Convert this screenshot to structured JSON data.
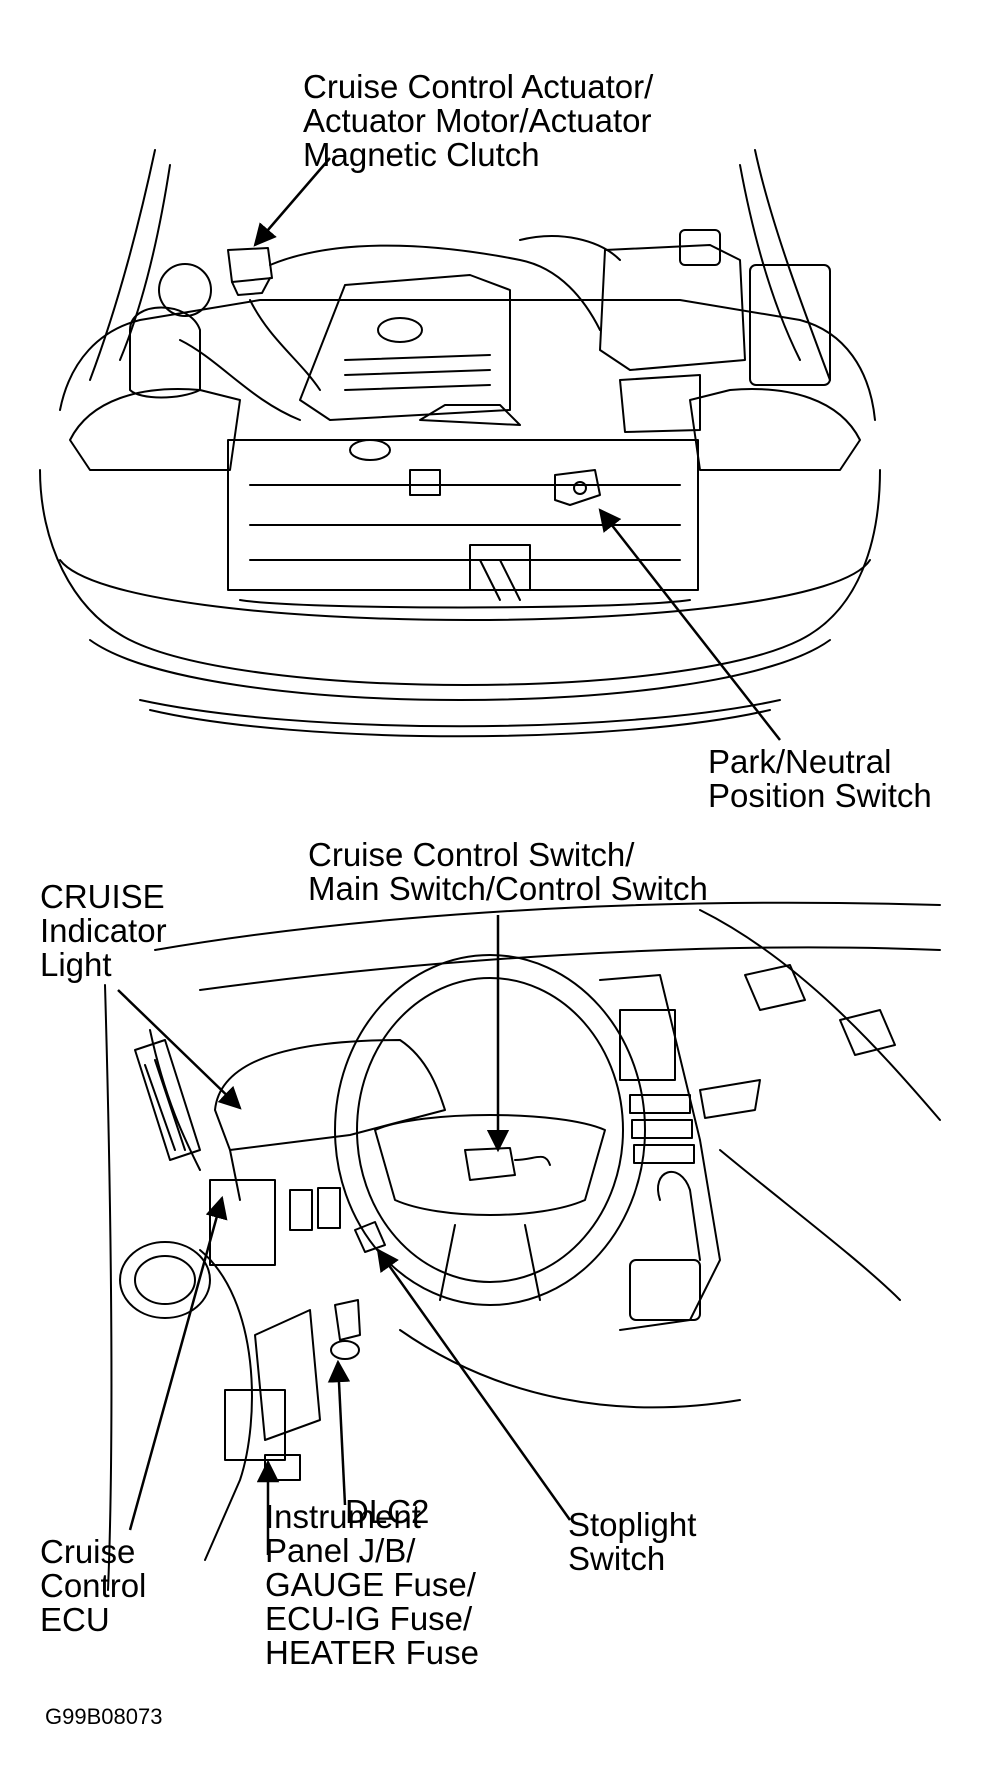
{
  "figure": {
    "code": "G99B08073",
    "line_color": "#000000",
    "background": "#ffffff"
  },
  "engine_view": {
    "labels": {
      "actuator": [
        "Cruise Control Actuator/",
        "Actuator Motor/Actuator",
        "Magnetic Clutch"
      ],
      "park_neutral": [
        "Park/Neutral",
        "Position Switch"
      ]
    }
  },
  "cabin_view": {
    "labels": {
      "control_switch": [
        "Cruise Control Switch/",
        "Main Switch/Control Switch"
      ],
      "indicator": [
        "CRUISE",
        "Indicator",
        "Light"
      ],
      "ecu": [
        "Cruise",
        "Control",
        "ECU"
      ],
      "junction_block": [
        "Instrument",
        "Panel J/B/",
        "GAUGE Fuse/",
        "ECU-IG Fuse/",
        "HEATER Fuse"
      ],
      "dlc2": [
        "DLC2"
      ],
      "stoplight": [
        "Stoplight",
        "Switch"
      ]
    }
  }
}
